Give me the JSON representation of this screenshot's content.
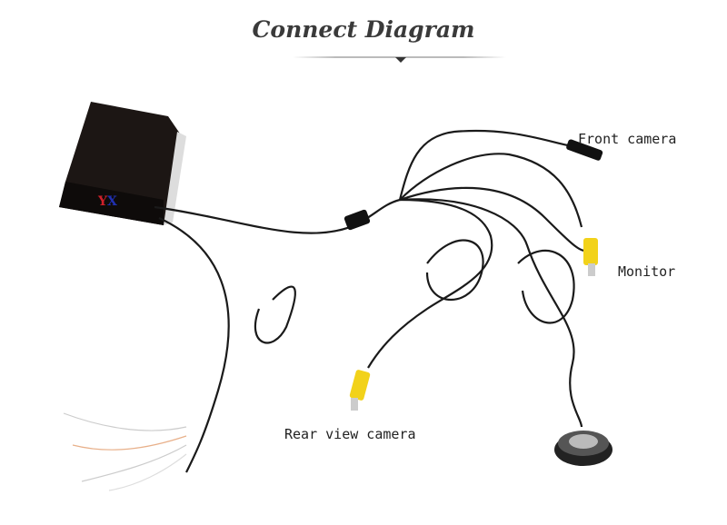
{
  "title": "Connect Diagram",
  "labels": {
    "front_camera": "Front camera",
    "monitor": "Monitor",
    "rear_view_camera": "Rear view camera"
  },
  "logo": {
    "text": "YX",
    "colors": [
      "#d0202a",
      "#2030b0"
    ]
  },
  "colors": {
    "cable": "#1a1a1a",
    "rca_connector": "#f2d21a",
    "box": "#1c1614"
  }
}
